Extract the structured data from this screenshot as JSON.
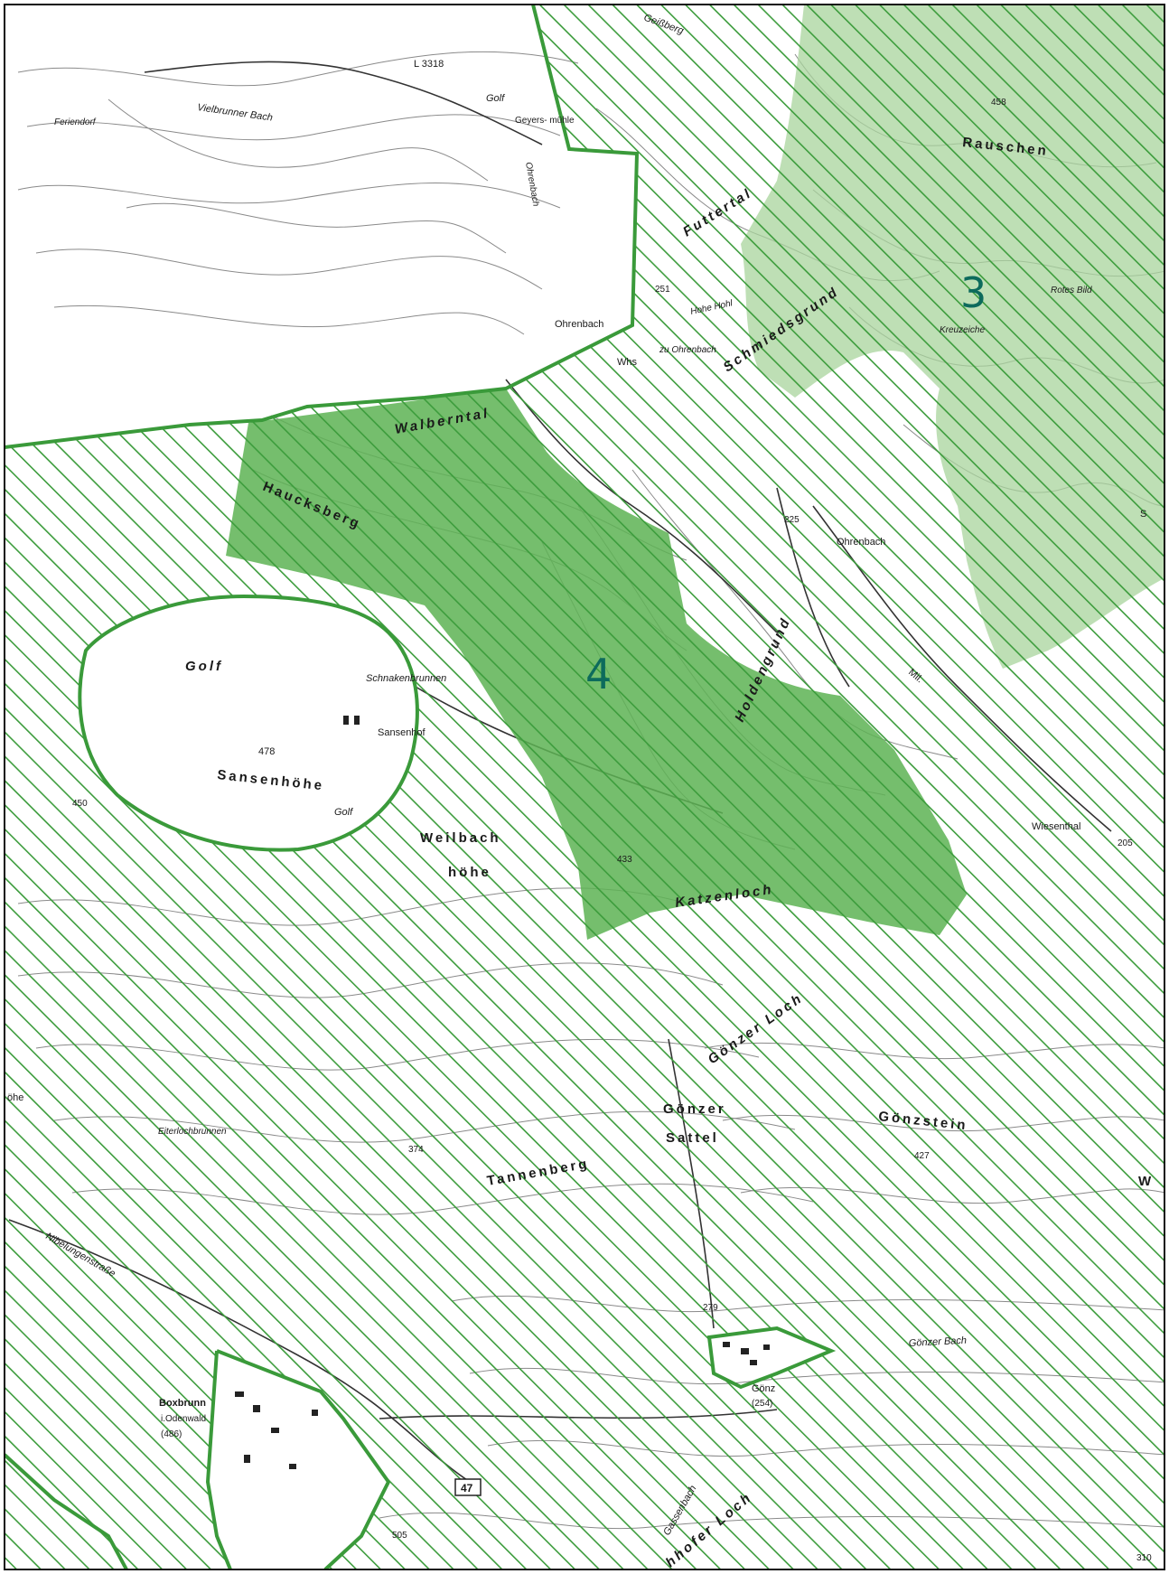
{
  "colors": {
    "hatch": "#3c9c3c",
    "zone_fill": "#5db354",
    "zone_light": "#a8d49c",
    "zone_number": "#0d6b5c",
    "border": "#3a9a3a",
    "contour": "#777777"
  },
  "zones": [
    {
      "number": "3"
    },
    {
      "number": "4"
    }
  ],
  "labels": {
    "geissberg": "Geißberg",
    "l3318": "L 3318",
    "golf_n": "Golf",
    "geyersmuehle": "Geyers-\nmühle",
    "vielbrunner_bach": "Vielbrunner Bach",
    "ferienrdorf": "Feriendorf",
    "ohrenbach_stream": "Ohrenbach",
    "ohrenbach_town": "Ohrenbach",
    "futtertal": "Futtertal",
    "rauschen": "Rauschen",
    "p458": "458",
    "rotes_bild": "Rotes Bild",
    "kreuzeiche": "Kreuzeiche",
    "schmiedsgrund": "Schmiedsgrund",
    "hohe_hohl": "Hohe Hohl",
    "zu_ohrenbach": "zu Ohrenbach",
    "whs": "Whs",
    "p251": "251",
    "walberntal": "Walberntal",
    "hauckberg": "Haucksberg",
    "p225": "225",
    "ohrenbach_e": "Ohrenbach",
    "golf_w": "Golf",
    "schnakenbrunnen": "Schnakenbrunnen",
    "sansenhof": "Sansenhof",
    "p478": "478",
    "sansenhoehe": "Sansenhöhe",
    "golf_sw": "Golf",
    "p450": "450",
    "holdengrund": "Holdengrund",
    "mil": "Mil.",
    "weilbach": "Weilbach",
    "hoehe": "höhe",
    "p433": "433",
    "katzenloch": "Katzenloch",
    "wiesenthal": "Wiesenthal",
    "p205": "205",
    "goenzer_loch": "Gönzer Loch",
    "goenzer": "Gönzer",
    "sattel": "Sattel",
    "goenzstein": "Gönzstein",
    "p427": "427",
    "tannenberg": "Tannenberg",
    "eulenlochbrunnen": "Eiterlochbrunnen",
    "p374": "374",
    "nibelungenstrasse": "Nibelungenstraße",
    "p279": "279",
    "goenzer_bach": "Gönzer Bach",
    "goenz": "Gönz",
    "p254": "(254)",
    "boxbrunn": "Boxbrunn",
    "i_odenwald": "i.Odenwald",
    "p486": "(486)",
    "road47": "47",
    "p505": "505",
    "gassenbach": "Gassenbach",
    "loch_s": "hhofer Loch",
    "p310": "310",
    "hoehe_w": "öhe",
    "w_e": "W",
    "s_e": "S"
  }
}
